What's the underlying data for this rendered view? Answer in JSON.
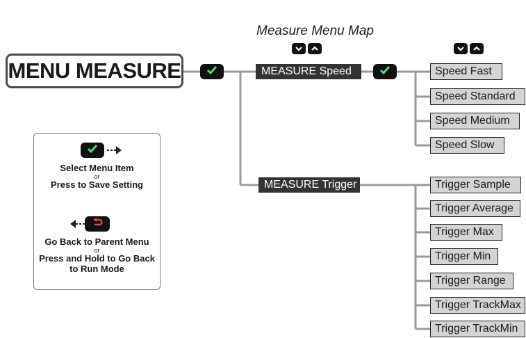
{
  "title": "Measure Menu Map",
  "root": {
    "label": "MENU MEASURE"
  },
  "branches": [
    {
      "label": "MEASURE Speed",
      "items": [
        "Speed Fast",
        "Speed Standard",
        "Speed Medium",
        "Speed Slow"
      ]
    },
    {
      "label": "MEASURE Trigger",
      "items": [
        "Trigger Sample",
        "Trigger Average",
        "Trigger Max",
        "Trigger Min",
        "Trigger Range",
        "Trigger TrackMax",
        "Trigger TrackMin"
      ]
    }
  ],
  "legend": {
    "select_line1": "Select Menu Item",
    "select_or": "or",
    "select_line2": "Press to Save Setting",
    "back_line1": "Go Back to Parent Menu",
    "back_or": "or",
    "back_line2": "Press and Hold to Go Back",
    "back_line3": "to Run Mode"
  },
  "icons": {
    "check": "check-icon",
    "up": "chevron-up-icon",
    "down": "chevron-down-icon",
    "back": "back-arrow-icon",
    "forward": "dotted-right-arrow-icon",
    "backward": "dotted-left-arrow-icon"
  },
  "colors": {
    "check_green": "#5fd17a",
    "back_red": "#e8434b",
    "button_black": "#111111",
    "dark_node": "#333333",
    "leaf_fill": "#d4d4d4",
    "wire": "#9a9a9a"
  }
}
